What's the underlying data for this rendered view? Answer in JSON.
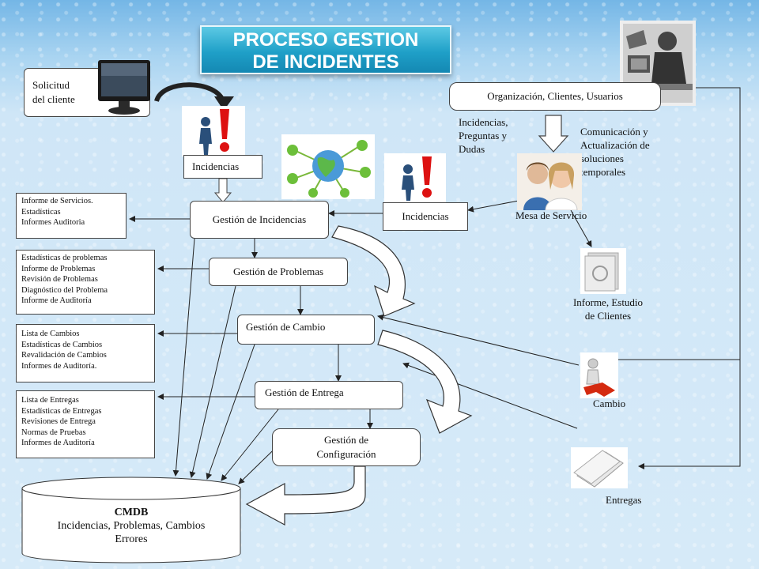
{
  "title": {
    "line1": "PROCESO  GESTION",
    "line2": "DE INCIDENTES"
  },
  "solicitud": {
    "line1": "Solicitud",
    "line2": "del cliente"
  },
  "organizacion": "Organización, Clientes, Usuarios",
  "incidencias_left": "Incidencias",
  "incidencias_right": "Incidencias",
  "preguntas": {
    "line1": "Incidencias,",
    "line2": "Preguntas y",
    "line3": "Dudas"
  },
  "comunicacion": {
    "line1": "Comunicación y",
    "line2": "Actualización de",
    "line3": "soluciones",
    "line4": "temporales"
  },
  "mesa": "Mesa de Servicio",
  "informe_clientes": {
    "line1": "Informe, Estudio",
    "line2": "de Clientes"
  },
  "cambio_label": "Cambio",
  "entregas_label": "Entregas",
  "processes": {
    "incidencias": "Gestión de Incidencias",
    "problemas": "Gestión de Problemas",
    "cambio": "Gestión de Cambio",
    "entrega": "Gestión de Entrega",
    "config_line1": "Gestión de",
    "config_line2": "Configuración"
  },
  "lists": {
    "servicios": [
      "Informe de Servicios.",
      "Estadísticas",
      "Informes Auditoria"
    ],
    "problemas": [
      "Estadísticas de problemas",
      "Informe de Problemas",
      "Revisión de Problemas",
      "Diagnóstico del Problema",
      "Informe de Auditoría"
    ],
    "cambios": [
      "Lista de Cambios",
      "Estadísticas de Cambios",
      "Revalidación de Cambios",
      "Informes de Auditoría."
    ],
    "entregas": [
      "Lista de Entregas",
      "Estadísticas de Entregas",
      "Revisiones de Entrega",
      "Normas de Pruebas",
      "Informes de Auditoría"
    ]
  },
  "cmdb": {
    "title": "CMDB",
    "line1": "Incidencias, Problemas, Cambios",
    "line2": "Errores"
  },
  "colors": {
    "title_bg": "#1fa0c8",
    "background": "#d6eaf8",
    "line": "#333333"
  },
  "icons": [
    "monitor-icon",
    "warning-person-icon",
    "globe-network-icon",
    "call-center-photo-icon",
    "help-desk-people-icon",
    "report-icon",
    "change-person-icon",
    "papers-icon"
  ]
}
